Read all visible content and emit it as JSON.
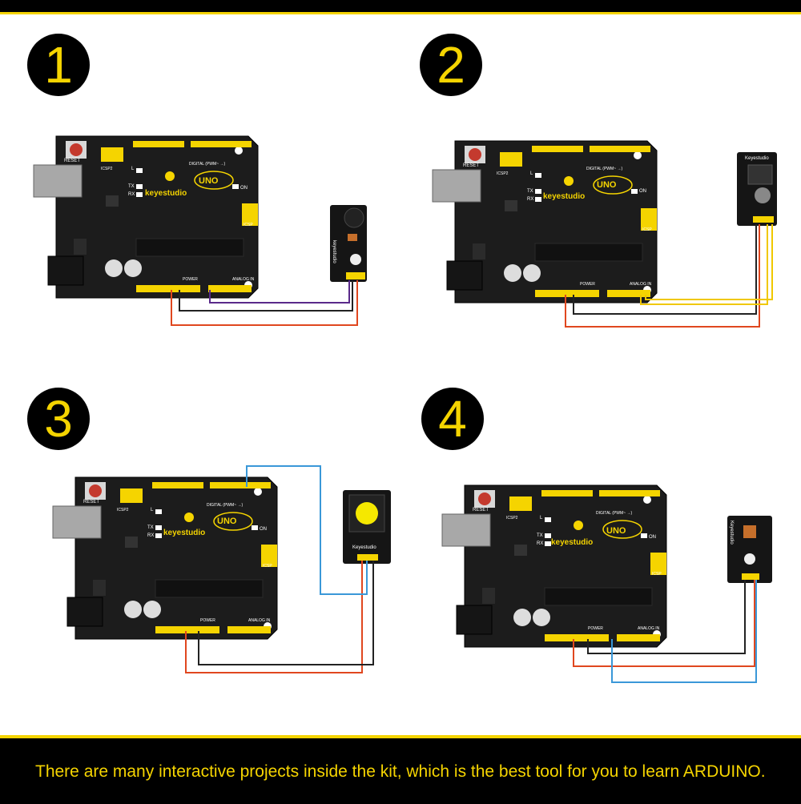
{
  "steps": [
    "1",
    "2",
    "3",
    "4"
  ],
  "board": {
    "reset": "RESET",
    "icsp2": "ICSP2",
    "icsp": "ICSP",
    "brand": "keyestudio",
    "model": "UNO",
    "digital": "DIGITAL (PWM~ →)",
    "led_l": "L",
    "led_tx": "TX",
    "led_rx": "RX",
    "on": "ON",
    "power": "POWER",
    "analog": "ANALOG IN"
  },
  "modules": {
    "m1": "keyestudio",
    "m2": "Keyestudio",
    "m3": "Keyestudio",
    "m4": "Keyestudio"
  },
  "caption": "There are many interactive projects inside the kit, which is the best tool for you to learn ARDUINO.",
  "colors": {
    "accent": "#f5d400",
    "board": "#1c1c1c",
    "wire_red": "#e0471f",
    "wire_black": "#222222",
    "wire_purple": "#5a2a8a",
    "wire_yellow": "#f0c800",
    "wire_blue": "#3a98d8"
  }
}
